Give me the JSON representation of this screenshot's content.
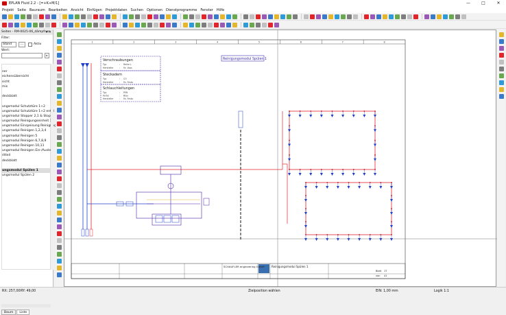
{
  "window": {
    "title": "EPLAN Fluid 2.2 - [=+K+M/1]",
    "controls": [
      "—",
      "□",
      "✕"
    ]
  },
  "menu": [
    "Projekt",
    "Seite",
    "Bauraum",
    "Bearbeiten",
    "Ansicht",
    "Einfügen",
    "Projektdaten",
    "Suchen",
    "Optionen",
    "Dienstprogramme",
    "Fenster",
    "Hilfe"
  ],
  "panel": {
    "header": "Seiten - RM-0025-06_dämpfner",
    "filter_label": "Filter:",
    "filter_value": "Stand",
    "filter_more": "...",
    "aktiv_label": "Aktiv",
    "wert_label": "Wert:",
    "items": [
      "",
      "ner",
      "eichensübersicht",
      "sicht",
      "mis",
      "",
      "deckblatt",
      "",
      "ungsmodul Schutztüre 1+2",
      "ungsmodul Schutztüre 1+2 entbl",
      "ungsmodul Stopper 2,1 & Stopp",
      "ungsmodul Reinigungseinheit 1",
      "ungsmodul Einspeisung Reinigung",
      "ungsmodul Reinigen 1,2,3,4",
      "ungsmodul Reinigen 5",
      "ungsmodul Reinigen 6,7,8,9",
      "ungsmodul Reinigen 10,11",
      "ungsmodul Reinigen Ein-/Ausle",
      "ritteil",
      "deckblatt",
      "",
      "ungsmodul Spülen 1",
      "ungsmodul Spülen 2"
    ],
    "selected_index": 21,
    "tabs": [
      "Baum",
      "Liste"
    ]
  },
  "drawing": {
    "info_boxes": [
      {
        "title": "Verschraubungen",
        "rows": [
          [
            "Typ",
            ":",
            "Reihe L"
          ],
          [
            "Hersteller",
            ":",
            "Fa. Voss"
          ]
        ]
      },
      {
        "title": "Steckadern",
        "rows": [
          [
            "Typ",
            ":",
            "CO"
          ],
          [
            "Hersteller",
            ":",
            "Fa. Festo"
          ]
        ]
      },
      {
        "title": "Schlauchleitungen",
        "rows": [
          [
            "Typ",
            ":",
            "PEN"
          ],
          [
            "Farbe",
            ":",
            "Blau"
          ],
          [
            "Hersteller",
            ":",
            "Fa. Festo"
          ]
        ]
      }
    ],
    "page_title": "Reinigungsmodul Spülen 1",
    "column_numbers": [
      "1",
      "2",
      "3",
      "4",
      "5",
      "6",
      "7",
      "8"
    ],
    "title_block": {
      "company": "SCHAUFLER engineering GmbH",
      "description": "Reinigungsmodul Spülen 1",
      "sheet_label": "Blatt",
      "sheet_no": "17",
      "of_label": "von",
      "total": "41"
    }
  },
  "status": {
    "rx": "RX: 257,00",
    "ry": "RY: 49,00",
    "message": "Zielposition wählen",
    "grid": "EIN: 1,00 mm",
    "logic": "Logik 1:1"
  },
  "colors": {
    "red": "#e0262a",
    "blue": "#1f3ec9",
    "purple": "#4a1fa8",
    "yellow": "#e3b62b"
  }
}
